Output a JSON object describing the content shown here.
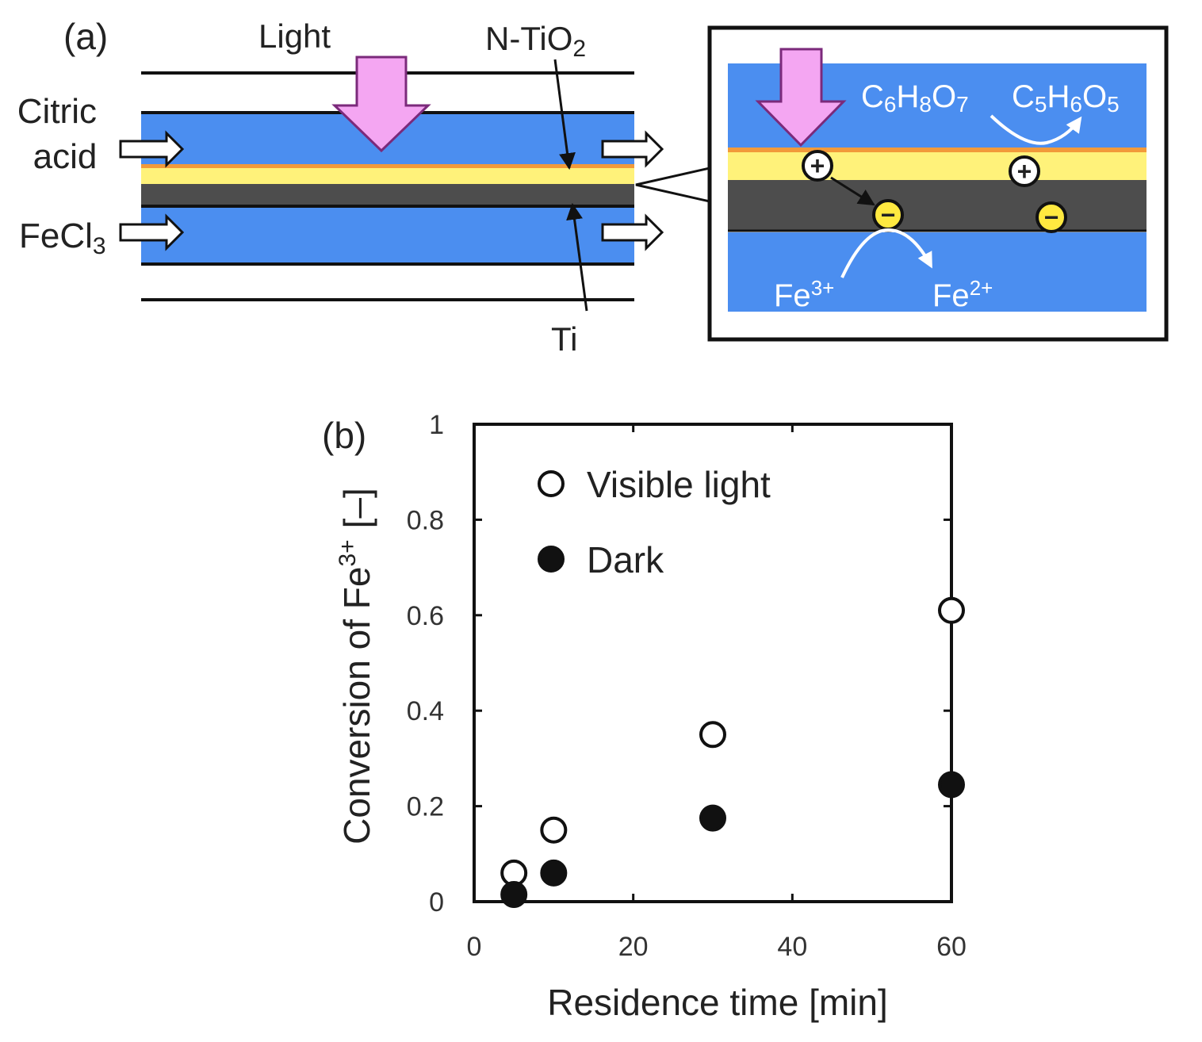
{
  "panel_a": {
    "label": "(a)",
    "light": "Light",
    "ntio2": {
      "main": "N-TiO",
      "sub": "2"
    },
    "citric_acid": [
      "Citric",
      "acid"
    ],
    "fecl3": {
      "main": "FeCl",
      "sub": "3"
    },
    "ti": "Ti",
    "inset": {
      "citric": {
        "C": "C",
        "n1": "6",
        "H": "H",
        "n2": "8",
        "O": "O",
        "n3": "7"
      },
      "product": {
        "C": "C",
        "n1": "5",
        "H": "H",
        "n2": "6",
        "O": "O",
        "n3": "5"
      },
      "fe3": {
        "main": "Fe",
        "sup": "3+"
      },
      "fe2": {
        "main": "Fe",
        "sup": "2+"
      },
      "hole": "+",
      "electron": "−"
    },
    "colors": {
      "liquid": "#4b8ef0",
      "titania": "#fff27a",
      "ti_metal": "#4d4d4d",
      "interface": "#f29a3a",
      "light_arrow": "#f4a6f2",
      "light_arrow_edge": "#7b2a7b",
      "electron": "#ffe940"
    }
  },
  "panel_b": {
    "label": "(b)",
    "chart_data": {
      "type": "scatter",
      "xlabel": "Residence time [min]",
      "ylabel": {
        "main": "Conversion of Fe",
        "sup": "3+",
        "unit": "[–]"
      },
      "xlim": [
        0,
        60
      ],
      "ylim": [
        0,
        1
      ],
      "xticks": [
        {
          "v": 0,
          "label": "0"
        },
        {
          "v": 20,
          "label": "20"
        },
        {
          "v": 40,
          "label": "40"
        },
        {
          "v": 60,
          "label": "60"
        }
      ],
      "yticks": [
        {
          "v": 0,
          "label": "0"
        },
        {
          "v": 0.2,
          "label": "0.2"
        },
        {
          "v": 0.4,
          "label": "0.4"
        },
        {
          "v": 0.6,
          "label": "0.6"
        },
        {
          "v": 0.8,
          "label": "0.8"
        },
        {
          "v": 1,
          "label": "1"
        }
      ],
      "grid": false,
      "legend_position": "top-left",
      "series": [
        {
          "name": "Visible light",
          "marker": "open-circle",
          "x": [
            5,
            10,
            30,
            60
          ],
          "y": [
            0.06,
            0.15,
            0.35,
            0.61
          ]
        },
        {
          "name": "Dark",
          "marker": "filled-circle",
          "x": [
            5,
            10,
            30,
            60
          ],
          "y": [
            0.015,
            0.06,
            0.175,
            0.245
          ]
        }
      ]
    }
  }
}
